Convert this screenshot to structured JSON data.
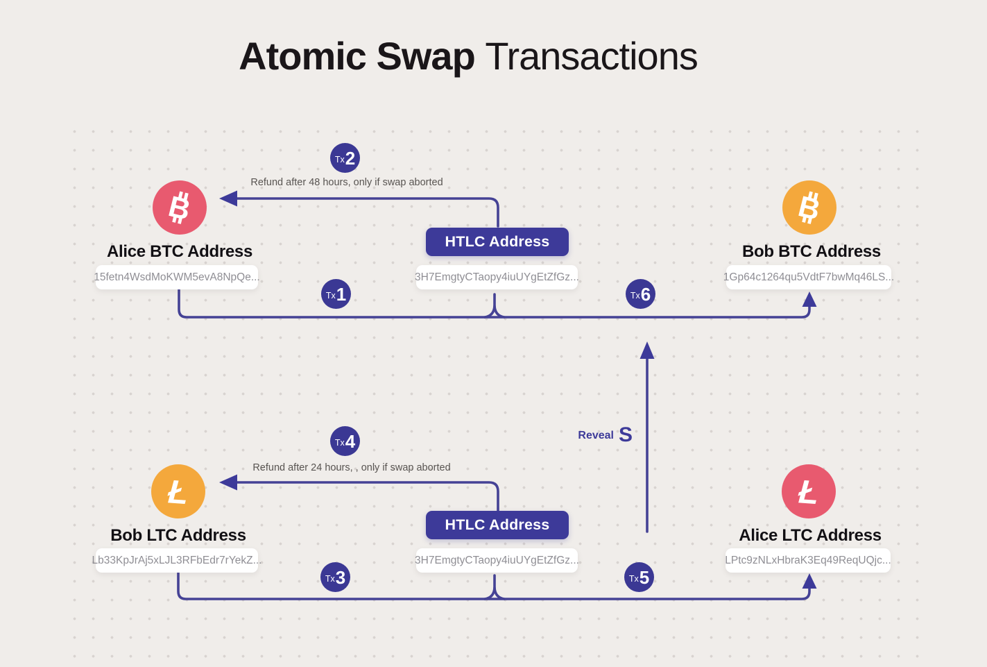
{
  "title": {
    "bold": "Atomic Swap",
    "light": "Transactions"
  },
  "colors": {
    "background": "#f0edea",
    "accent_indigo": "#3d3a99",
    "wire_indigo": "#454295",
    "bitcoin_alice_pink": "#e85a6f",
    "bitcoin_bob_orange": "#f4a83c",
    "litecoin_bob_orange": "#f4a83c",
    "litecoin_alice_pink": "#e85a6f",
    "pill_text": "#8f8e94"
  },
  "nodes": {
    "alice_btc": {
      "label": "Alice BTC Address",
      "address": "15fetn4WsdMoKWM5evA8NpQe...",
      "coin": "bitcoin"
    },
    "htlc_top": {
      "label": "HTLC Address",
      "address": "3H7EmgtyCTaopy4iuUYgEtZfGz..."
    },
    "bob_btc": {
      "label": "Bob BTC Address",
      "address": "1Gp64c1264qu5VdtF7bwMq46LS...",
      "coin": "bitcoin"
    },
    "bob_ltc": {
      "label": "Bob LTC Address",
      "address": "Lb33KpJrAj5xLJL3RFbEdr7rYekZ...",
      "coin": "litecoin"
    },
    "htlc_bottom": {
      "label": "HTLC Address",
      "address": "3H7EmgtyCTaopy4iuUYgEtZfGz..."
    },
    "alice_ltc": {
      "label": "Alice LTC Address",
      "address": "LPtc9zNLxHbraK3Eq49ReqUQjc...",
      "coin": "litecoin"
    }
  },
  "transactions": {
    "tx1": {
      "prefix": "Tx",
      "num": "1"
    },
    "tx2": {
      "prefix": "Tx",
      "num": "2"
    },
    "tx3": {
      "prefix": "Tx",
      "num": "3"
    },
    "tx4": {
      "prefix": "Tx",
      "num": "4"
    },
    "tx5": {
      "prefix": "Tx",
      "num": "5"
    },
    "tx6": {
      "prefix": "Tx",
      "num": "6"
    }
  },
  "annotations": {
    "refund_top": "Refund after 48 hours, only if swap aborted",
    "refund_bottom": "Refund after 24 hours, , only if swap aborted",
    "reveal_word": "Reveal",
    "reveal_secret": "S"
  }
}
